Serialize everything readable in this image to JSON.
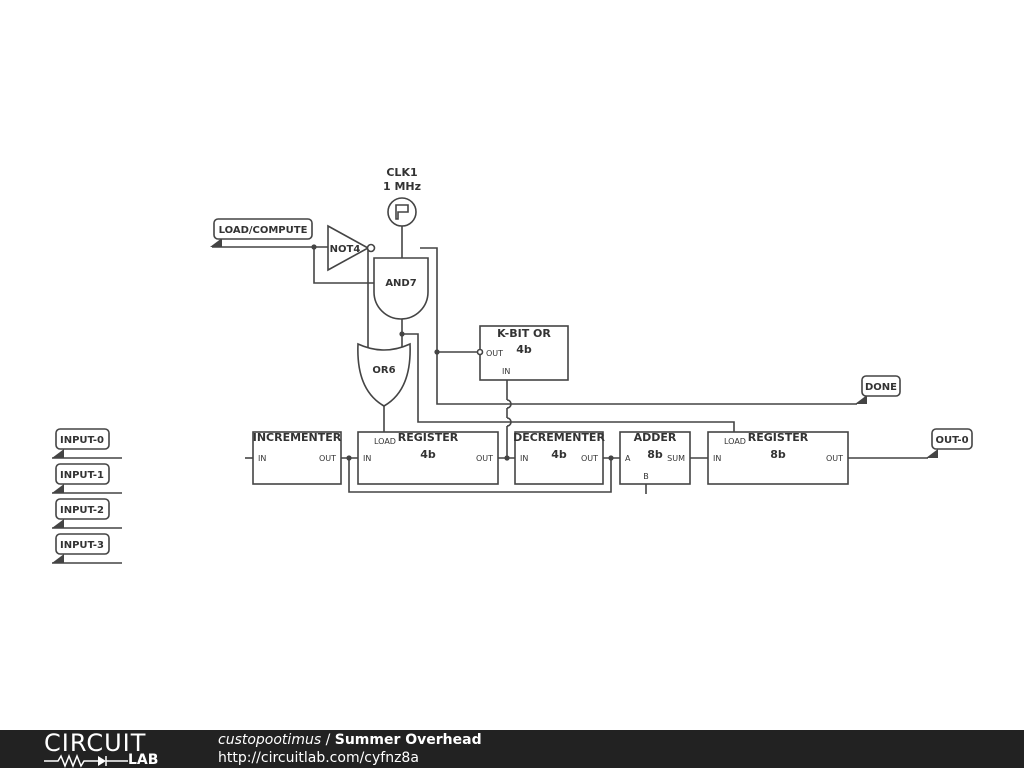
{
  "clock": {
    "name": "CLK1",
    "freq": "1 MHz"
  },
  "labels": {
    "load_compute": "LOAD/COMPUTE",
    "done": "DONE",
    "out0": "OUT-0",
    "inputs": [
      "INPUT-0",
      "INPUT-1",
      "INPUT-2",
      "INPUT-3"
    ]
  },
  "gates": {
    "not": "NOT4",
    "and": "AND7",
    "or": "OR6"
  },
  "blocks": {
    "kbit_or": {
      "title": "K-BIT OR",
      "width": "4b",
      "out": "OUT",
      "in": "IN"
    },
    "incrementer": {
      "title": "INCREMENTER",
      "in": "IN",
      "out": "OUT"
    },
    "register1": {
      "title": "REGISTER",
      "width": "4b",
      "load": "LOAD",
      "in": "IN",
      "out": "OUT"
    },
    "decrementer": {
      "title": "DECREMENTER",
      "width": "4b",
      "in": "IN",
      "out": "OUT"
    },
    "adder": {
      "title": "ADDER",
      "width": "8b",
      "a": "A",
      "b": "B",
      "sum": "SUM"
    },
    "register2": {
      "title": "REGISTER",
      "width": "8b",
      "load": "LOAD",
      "in": "IN",
      "out": "OUT"
    }
  },
  "footer": {
    "logo_top": "CIRCUIT",
    "logo_bottom": "LAB",
    "author": "custopootimus",
    "separator": " / ",
    "title": "Summer Overhead",
    "url": "http://circuitlab.com/cyfnz8a"
  }
}
